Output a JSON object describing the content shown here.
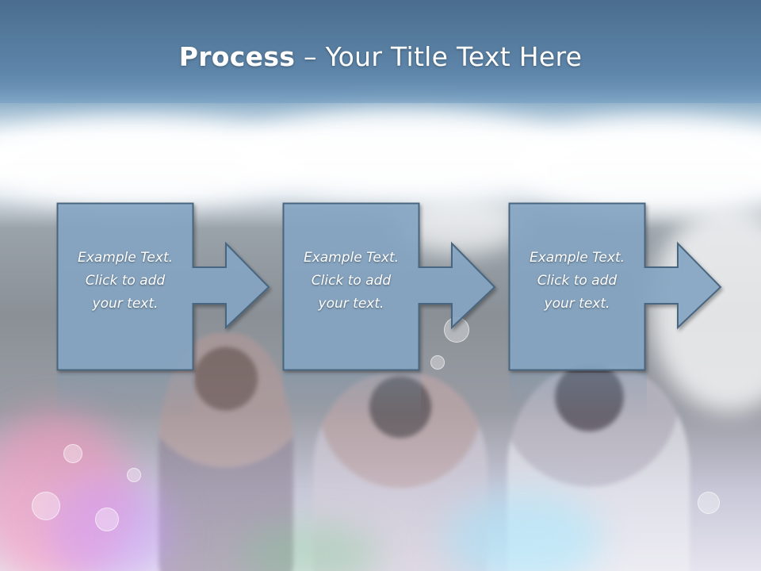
{
  "slide": {
    "title_bold": "Process",
    "title_rest": " – Your Title Text Here"
  },
  "steps": [
    {
      "text": "Example Text.\nClick  to add\nyour text."
    },
    {
      "text": "Example Text.\nClick  to add\nyour text."
    },
    {
      "text": "Example Text.\nClick  to add\nyour text."
    }
  ],
  "colors": {
    "box_fill": "#86a7c5",
    "box_stroke": "#4a6680",
    "header": "#5b83a6"
  }
}
